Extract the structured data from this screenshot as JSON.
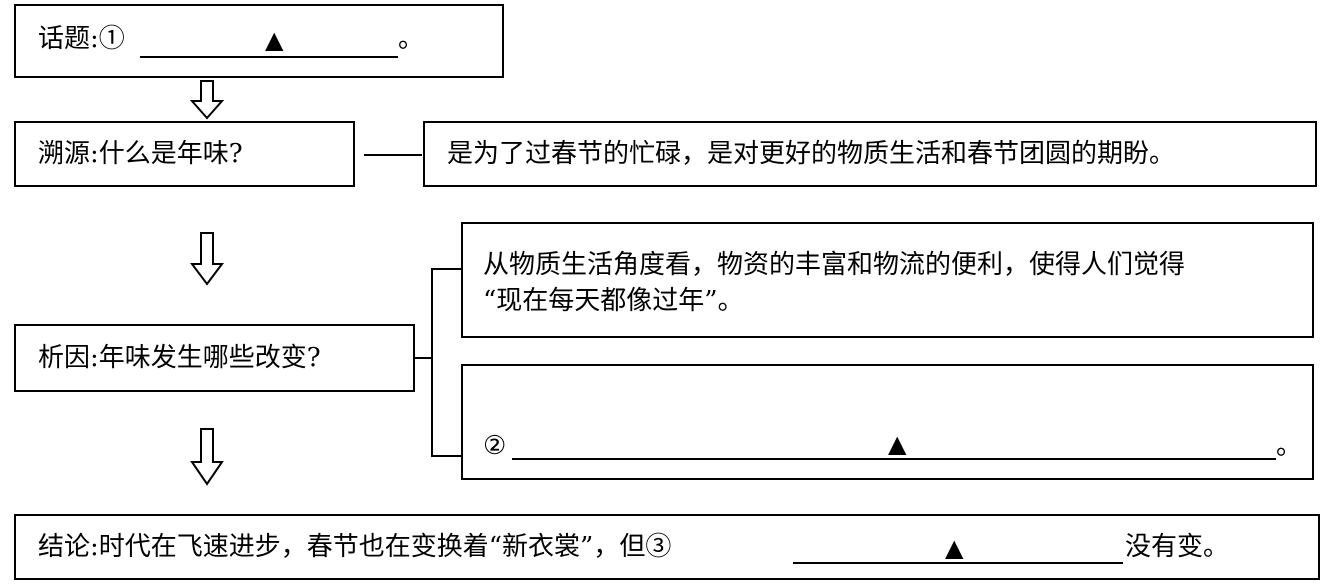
{
  "topic": {
    "label": "话题:①",
    "blank_marker": "▲",
    "end": "。"
  },
  "origin": {
    "label": "溯源:什么是年味?",
    "answer": "是为了过春节的忙碌，是对更好的物质生活和春节团圆的期盼。"
  },
  "analysis": {
    "label": "析因:年味发生哪些改变?",
    "branch1_line1": "从物质生活角度看，物资的丰富和物流的便利，使得人们觉得",
    "branch1_line2": "“现在每天都像过年”。",
    "branch2_label": "②",
    "branch2_marker": "▲",
    "branch2_end": "。"
  },
  "conclusion": {
    "prefix": "结论:时代在飞速进步，春节也在变换着“新衣裳”，但③",
    "blank_marker": "▲",
    "suffix": "没有变。"
  },
  "arrow_icon": "hollow-down-arrow-icon"
}
